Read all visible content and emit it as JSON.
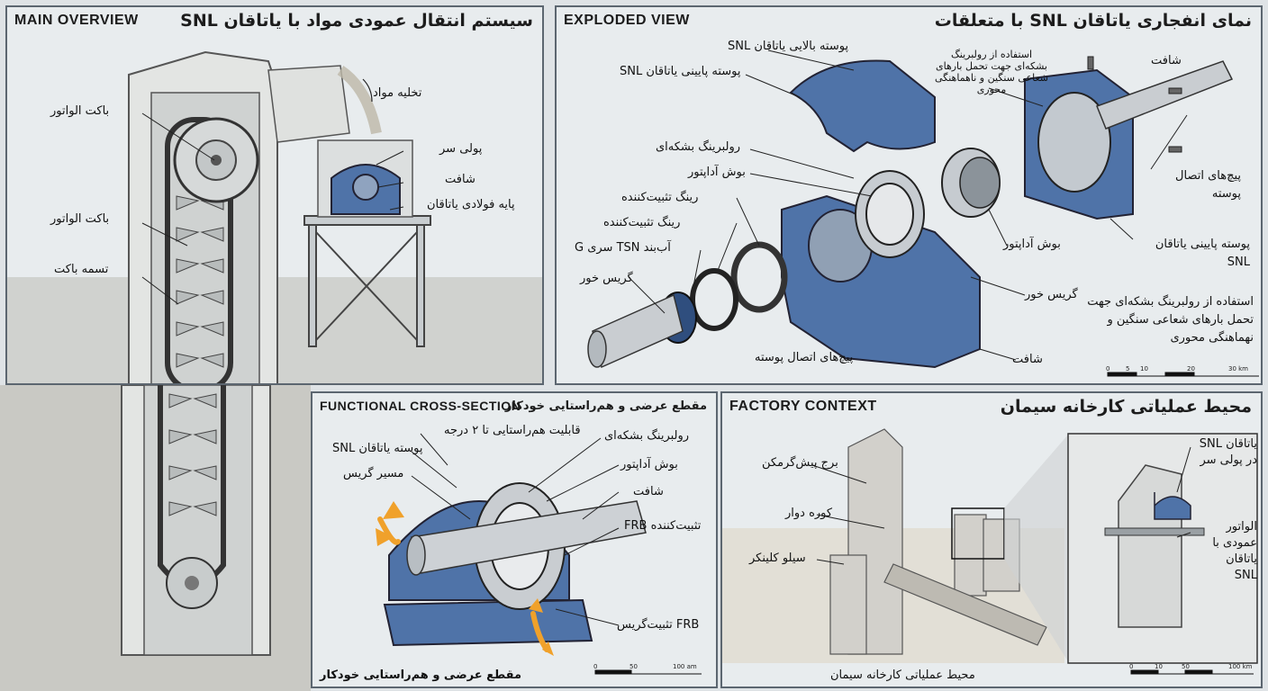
{
  "panels": {
    "main_overview": {
      "title_en": "MAIN OVERVIEW",
      "title_fa": "سیستم انتقال عمودی مواد با یاتاقان SNL",
      "labels": {
        "discharge": "تخلیه مواد",
        "bucket_1": "باکت الواتور",
        "head_pulley": "پولی سر",
        "shaft": "شافت",
        "steel_base": "پایه فولادی یاتاقان",
        "bucket_2": "باکت الواتور",
        "bucket_belt": "تسمه باکت"
      }
    },
    "exploded_view": {
      "title_en": "EXPLODED VIEW",
      "title_fa": "نمای انفجاری یاتاقان SNL با متعلقات",
      "labels": {
        "upper_housing": "پوسته بالایی یاتاقان SNL",
        "lower_housing": "پوسته پایینی یاتاقان SNL",
        "roller_bearing": "رولبرینگ بشکه‌ای",
        "adapter_sleeve": "بوش آداپتور",
        "locating_ring_1": "رینگ تثبیت‌کننده",
        "locating_ring_2": "رینگ تثبیت‌کننده",
        "tsn_seal": "آب‌بند TSN سری G",
        "grease_nipple": "گریس خور",
        "note_top": "استفاده از رولبرینگ بشکه‌ای جهت تحمل بارهای شعاعی سنگین و ناهماهنگی محوری",
        "shaft_top": "شافت",
        "housing_bolts": "پیچ‌های اتصال پوسته",
        "adapter_sleeve_right": "بوش آداپتور",
        "lower_housing_right": "پوسته پایینی یاتاقان SNL",
        "grease_nipple_right": "گریس خور",
        "note_bottom": "استفاده از رولبرینگ بشکه‌ای جهت تحمل بارهای شعاعی سنگین و نهماهنگی محوری",
        "housing_bolts_bottom": "پیچ‌های اتصال پوسته",
        "shaft_bottom": "شافت"
      },
      "scale": [
        "0",
        "5",
        "10",
        "20",
        "30 km"
      ]
    },
    "cross_section": {
      "title_en": "FUNCTIONAL CROSS-SECTION",
      "title_fa": "مقطع عرضی و هم‌راستایی خودکار",
      "labels": {
        "alignment": "قابلیت هم‌راستایی تا ۲ درجه",
        "roller_bearing": "رولبرینگ بشکه‌ای",
        "snl_housing": "پوسته یاتاقان SNL",
        "adapter_sleeve": "بوش آداپتور",
        "grease_path": "مسیر گریس",
        "shaft": "شافت",
        "frb_fixer": "تثبیت‌کننده FRB",
        "frb_grease": "FRB تثبیت‌گریس"
      },
      "caption": "مقطع عرضی و هم‌راستایی خودکار",
      "scale": [
        "0",
        "50",
        "100 am"
      ]
    },
    "factory_context": {
      "title_en": "FACTORY CONTEXT",
      "title_fa": "محیط عملیاتی کارخانه سیمان",
      "labels": {
        "preheater": "برج پیش‌گرمکن",
        "rotary_kiln": "کوره دوار",
        "clinker_silo": "سیلو کلینکر",
        "inset_bearing": "یاتاقان SNL در پولی سر",
        "inset_elevator": "الواتور عمودی با یاتاقان SNL"
      },
      "caption": "محیط عملیاتی کارخانه سیمان",
      "scale": [
        "0",
        "10",
        "50",
        "100 km"
      ]
    }
  },
  "colors": {
    "housing_blue": "#4f73a8",
    "steel": "#b9c0c6",
    "concrete": "#c9c9c4",
    "arrow_orange": "#f0a12b"
  }
}
